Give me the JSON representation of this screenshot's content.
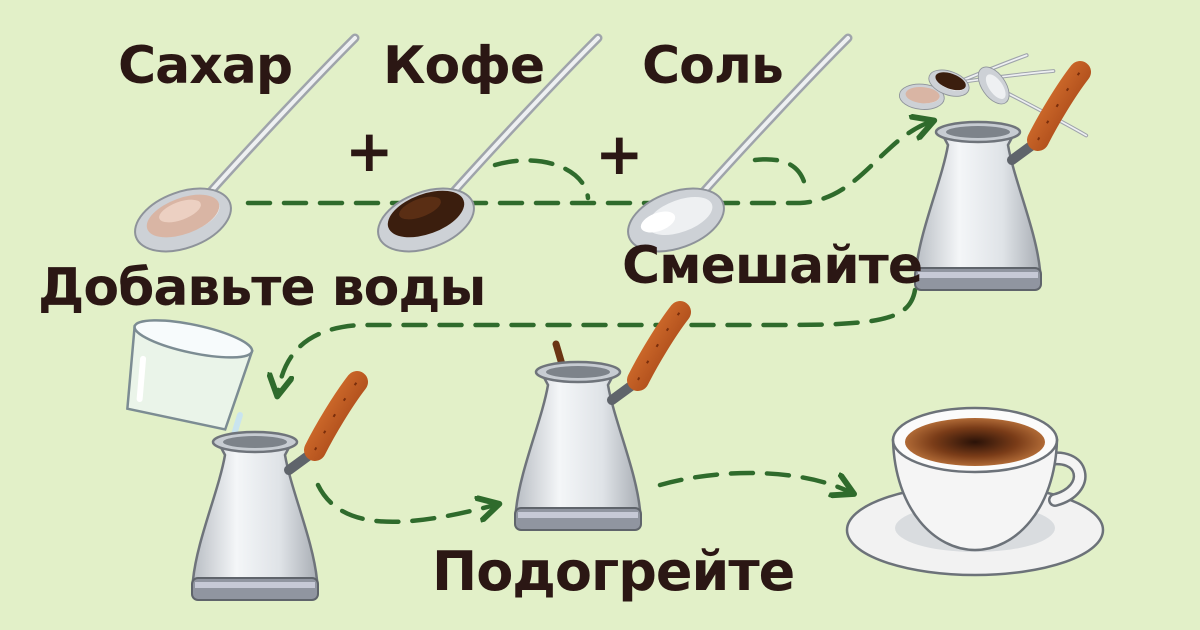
{
  "ingredients": {
    "sugar": "Сахар",
    "coffee": "Кофе",
    "salt": "Соль"
  },
  "operators": {
    "plus": "+"
  },
  "steps": {
    "mix": "Смешайте",
    "add_water": "Добавьте воды",
    "heat": "Подогрейте"
  },
  "colors": {
    "background": "#e2f0c8",
    "arrow": "#2f6b2c",
    "text": "#2b1714",
    "handle": "#c65a1e",
    "cezve_body": "#e6e9ec",
    "coffee": "#5a2e14"
  }
}
